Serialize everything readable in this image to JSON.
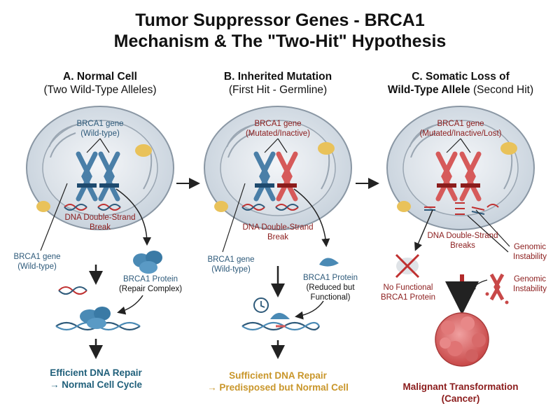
{
  "title": {
    "line1": "Tumor Suppressor Genes - BRCA1",
    "line2": "Mechanism & The \"Two-Hit\" Hypothesis"
  },
  "panels": [
    {
      "heading_bold": "A. Normal Cell",
      "heading_sub": "(Two Wild-Type Alleles)",
      "gene_label_1": "BRCA1 gene",
      "gene_label_2": "(Wild-type)",
      "dsb_label_1": "DNA Double-Strand",
      "dsb_label_2": "Break",
      "left_gene_1": "BRCA1 gene",
      "left_gene_2": "(Wild-type)",
      "protein_1": "BRCA1 Protein",
      "protein_2": "(Repair Complex)",
      "outcome_1": "Efficient DNA Repair",
      "outcome_2": "→ Normal Cell Cycle"
    },
    {
      "heading_bold": "B. Inherited Mutation",
      "heading_sub": "(First Hit - Germline)",
      "gene_label_1": "BRCA1 gene",
      "gene_label_2": "(Mutated/Inactive)",
      "dsb_label_1": "DNA Double-Strand",
      "dsb_label_2": "Break",
      "left_gene_1": "BRCA1 gene",
      "left_gene_2": "(Wild-type)",
      "protein_1": "BRCA1 Protein",
      "protein_2": "(Reduced but",
      "protein_3": "Functional)",
      "outcome_1": "Sufficient DNA Repair",
      "outcome_2": "→ Predisposed but Normal Cell"
    },
    {
      "heading_bold_1": "C.",
      "heading_line1_rest": "Somatic Loss of",
      "heading_bold_2": "Wild-Type Allele",
      "heading_sub": "(Second Hit)",
      "gene_label_1": "BRCA1 gene",
      "gene_label_2": "(Mutated/Inactive/Lost)",
      "dsb_label_1": "DNA Double-Strand",
      "dsb_label_2": "Breaks",
      "genomic_1": "Genomic",
      "genomic_2": "Instability",
      "genomic_b1": "Genomic",
      "genomic_b2": "Instability",
      "no_protein_1": "No Functional",
      "no_protein_2": "BRCA1 Protein",
      "outcome_1": "Malignant Transformation",
      "outcome_2": "(Cancer)"
    }
  ],
  "colors": {
    "wildtype": "#4a7fa8",
    "mutant": "#d65a5a",
    "green_outcome": "#1f5f7a",
    "gold_outcome": "#c9962a",
    "red_outcome": "#8b1c1c"
  }
}
